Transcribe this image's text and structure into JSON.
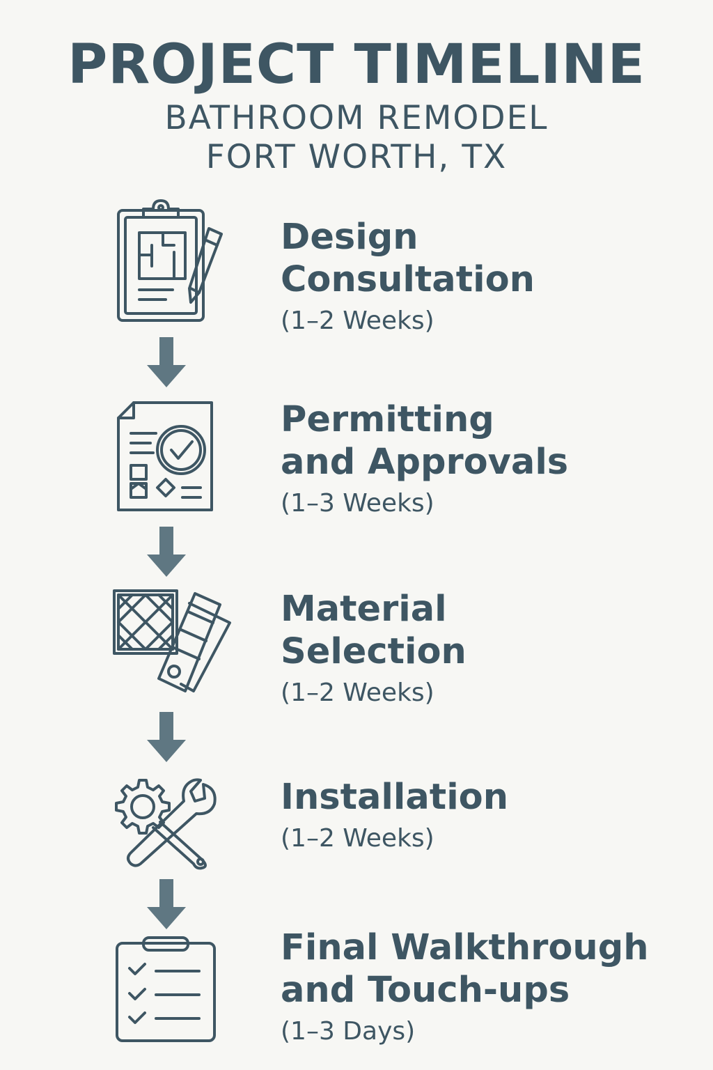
{
  "header": {
    "title": "PROJECT TIMELINE",
    "subtitle_line1": "BATHROOM REMODEL",
    "subtitle_line2": "FORT WORTH, TX"
  },
  "colors": {
    "ink": "#3e5663",
    "arrow": "#5f7782",
    "background": "#f7f7f4"
  },
  "steps": [
    {
      "title": "Design\nConsultation",
      "duration": "(1–2 Weeks)",
      "icon": "clipboard-pencil-icon"
    },
    {
      "title": "Permitting\nand Approvals",
      "duration": "(1–3 Weeks)",
      "icon": "document-check-icon"
    },
    {
      "title": "Material\nSelection",
      "duration": "(1–2 Weeks)",
      "icon": "tile-swatch-icon"
    },
    {
      "title": "Installation",
      "duration": "(1–2 Weeks)",
      "icon": "gear-wrench-icon"
    },
    {
      "title": "Final Walkthrough\nand Touch-ups",
      "duration": "(1–3 Days)",
      "icon": "checklist-icon"
    }
  ]
}
